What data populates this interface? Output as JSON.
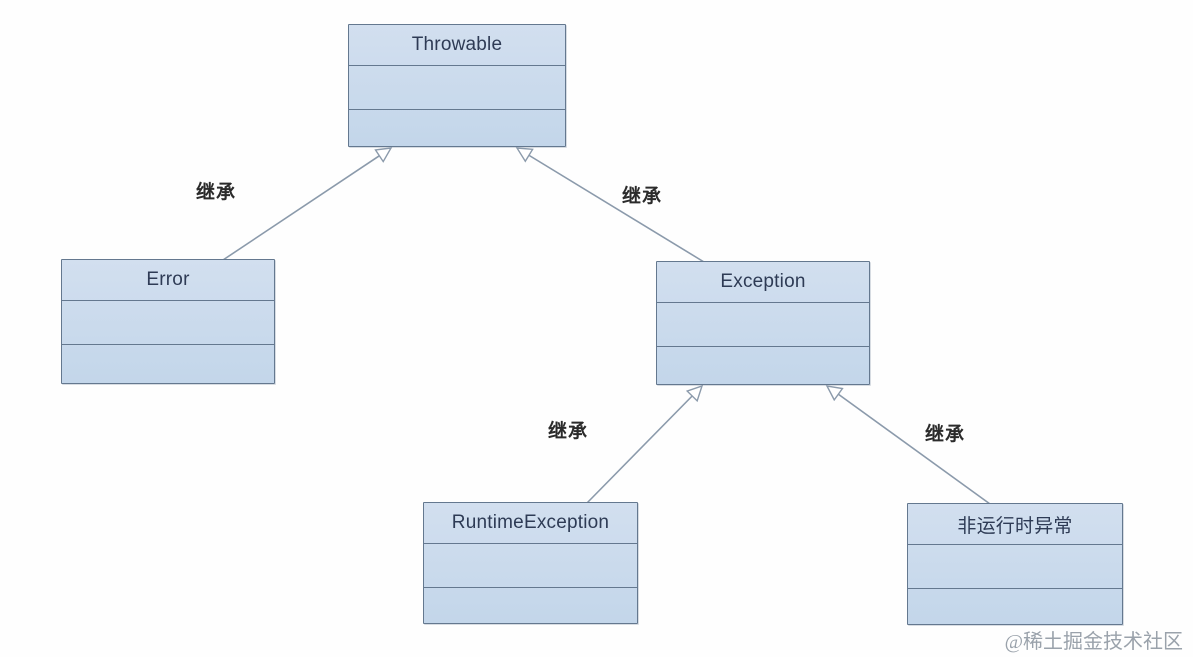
{
  "diagram": {
    "type": "uml-class-inheritance",
    "description": "Java Throwable class hierarchy",
    "classes": [
      {
        "name": "Throwable"
      },
      {
        "name": "Error"
      },
      {
        "name": "Exception"
      },
      {
        "name": "RuntimeException"
      },
      {
        "name": "非运行时异常"
      }
    ],
    "edges": [
      {
        "from": "Error",
        "to": "Throwable",
        "label": "继承"
      },
      {
        "from": "Exception",
        "to": "Throwable",
        "label": "继承"
      },
      {
        "from": "RuntimeException",
        "to": "Exception",
        "label": "继承"
      },
      {
        "from": "非运行时异常",
        "to": "Exception",
        "label": "继承"
      }
    ]
  },
  "watermark": {
    "text": "@稀土掘金技术社区"
  },
  "colors": {
    "box_fill_top": "#d2dfef",
    "box_fill_bottom": "#c3d6ea",
    "box_border": "#64788f",
    "connector": "#8b9aab",
    "class_text": "#2e3b55",
    "label_text": "#2b2b2b",
    "watermark_text": "#9aa2ab",
    "page_bg": "#fefefe"
  }
}
